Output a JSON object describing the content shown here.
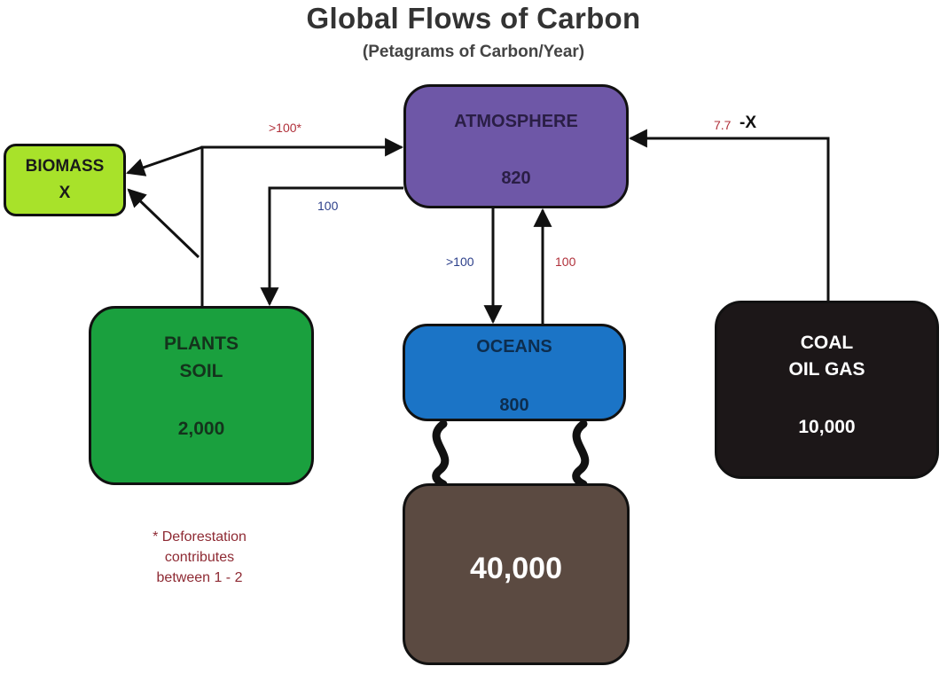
{
  "title": "Global Flows of Carbon",
  "subtitle": "(Petagrams of Carbon/Year)",
  "boxes": {
    "biomass": {
      "label": "BIOMASS",
      "value": "X",
      "color": "#a8e22a"
    },
    "atmosphere": {
      "label": "ATMOSPHERE",
      "value": "820",
      "color": "#6e57a7"
    },
    "plants_soil": {
      "label": "PLANTS\nSOIL",
      "value": "2,000",
      "color": "#1aa03e"
    },
    "oceans": {
      "label": "OCEANS",
      "value": "800",
      "color": "#1b74c6"
    },
    "fossil": {
      "label": "COAL\nOIL GAS",
      "value": "10,000",
      "color": "#1c1718"
    },
    "deep_ocean": {
      "value": "40,000",
      "color": "#5b4a41"
    }
  },
  "flows": {
    "plants_to_atmosphere": ">100*",
    "atmosphere_to_plants": "100",
    "atmosphere_to_oceans": ">100",
    "oceans_to_atmosphere": "100",
    "fossil_to_atmosphere": "7.7",
    "fossil_to_atmosphere_suffix": "-X"
  },
  "footnote": "* Deforestation\ncontributes\nbetween 1 - 2"
}
